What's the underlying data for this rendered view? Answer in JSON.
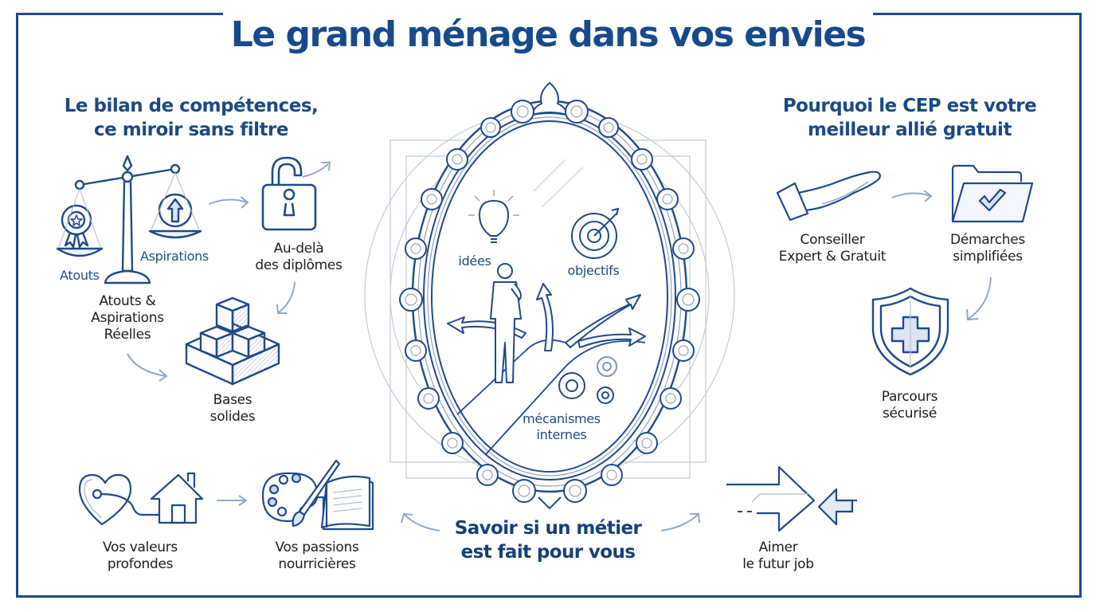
{
  "title": "Le grand ménage dans vos envies",
  "colors": {
    "primary": "#1a4a86",
    "frame": "#1f4a8a",
    "light_accent": "#8fa9c8",
    "text": "#1d1d1d"
  },
  "left_section": {
    "title_line1": "Le bilan de compétences,",
    "title_line2": "ce miroir sans filtre",
    "scale": {
      "icon": "balance-scale-icon",
      "left_pan_label": "Atouts",
      "right_pan_label": "Aspirations",
      "caption_line1": "Atouts &",
      "caption_line2": "Aspirations",
      "caption_line3": "Réelles"
    },
    "lock": {
      "icon": "open-padlock-icon",
      "caption_line1": "Au-delà",
      "caption_line2": "des diplômes"
    },
    "blocks": {
      "icon": "stacked-cubes-icon",
      "caption_line1": "Bases",
      "caption_line2": "solides"
    }
  },
  "mirror": {
    "icon": "ornate-mirror-icon",
    "labels": {
      "ideas": "idées",
      "goals": "objectifs",
      "mechanisms_line1": "mécanismes",
      "mechanisms_line2": "internes"
    },
    "inner_icons": [
      "lightbulb-icon",
      "target-icon",
      "person-at-crossroads-icon",
      "gears-icon"
    ]
  },
  "right_section": {
    "title_line1": "Pourquoi le CEP est votre",
    "title_line2": "meilleur allié gratuit",
    "advisor": {
      "icon": "open-hand-icon",
      "caption_line1": "Conseiller",
      "caption_line2": "Expert & Gratuit"
    },
    "folder": {
      "icon": "folder-check-icon",
      "caption_line1": "Démarches",
      "caption_line2": "simplifiées"
    },
    "shield": {
      "icon": "shield-plus-icon",
      "caption_line1": "Parcours",
      "caption_line2": "sécurisé"
    }
  },
  "bottom_section": {
    "values": {
      "icon": "heart-house-icon",
      "caption_line1": "Vos valeurs",
      "caption_line2": "profondes"
    },
    "passions": {
      "icon": "palette-book-icon",
      "caption_line1": "Vos passions",
      "caption_line2": "nourricières"
    },
    "center_title_line1": "Savoir si un métier",
    "center_title_line2": "est fait pour vous",
    "love_job": {
      "icon": "converging-arrows-icon",
      "caption_line1": "Aimer",
      "caption_line2": "le futur job"
    }
  }
}
